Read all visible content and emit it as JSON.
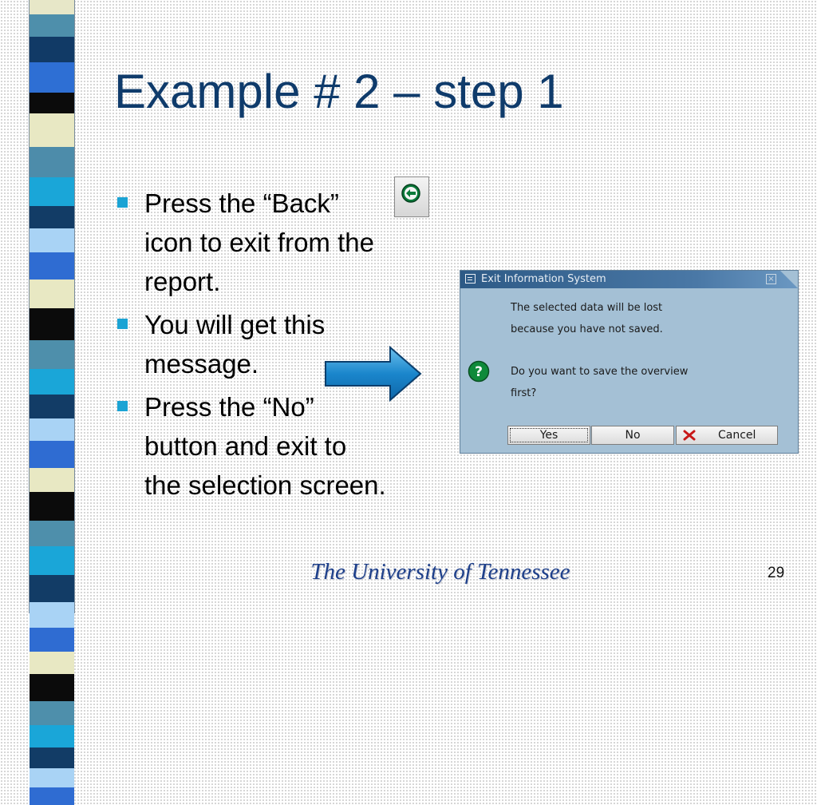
{
  "slide": {
    "title": "Example # 2 – step 1",
    "page_number": "29",
    "footer": "The University of Tennessee"
  },
  "bullets": [
    {
      "lines": [
        "Press the “Back”",
        "icon to exit from the",
        "report."
      ]
    },
    {
      "lines": [
        "You will get this",
        "message."
      ]
    },
    {
      "lines": [
        "Press the “No”",
        "button and exit to",
        "the selection screen."
      ]
    }
  ],
  "back_icon": {
    "icon": "back-arrow-icon",
    "color": "#0a7a3a"
  },
  "dialog": {
    "title": "Exit Information System",
    "message_lines": [
      "The selected data will be lost",
      "because you have not saved.",
      "Do you want to save the overview",
      "first?"
    ],
    "buttons": {
      "yes": "Yes",
      "no": "No",
      "cancel": "Cancel"
    }
  },
  "colors": {
    "title": "#0f3b6b",
    "bullet_marker": "#1aa3d4",
    "dialog_bg": "#a4c0d5",
    "titlebar": "#2d5a86",
    "arrow": "#1a7fc0",
    "footer": "#1d3f8a"
  },
  "stripes": [
    "#e7e7c8",
    "#4e8fab",
    "#113a66",
    "#2e6fd4",
    "#0b0b0b",
    "#e8e8c3",
    "#4d8caa",
    "#1aa6d8",
    "#123c66",
    "#a9d3f5",
    "#2f6cd2",
    "#e8e8c3",
    "#0b0b0b",
    "#4e8fab",
    "#1aa6d8",
    "#123c66",
    "#a9d3f5",
    "#2f6cd2",
    "#e8e8c3",
    "#0b0b0b",
    "#4e8fab",
    "#1aa6d8",
    "#123c66",
    "#a9d3f5",
    "#2f6cd2",
    "#e8e8c3",
    "#0b0b0b",
    "#4e8fab",
    "#1aa6d8",
    "#123c66",
    "#a9d3f5",
    "#2f6cd2"
  ]
}
